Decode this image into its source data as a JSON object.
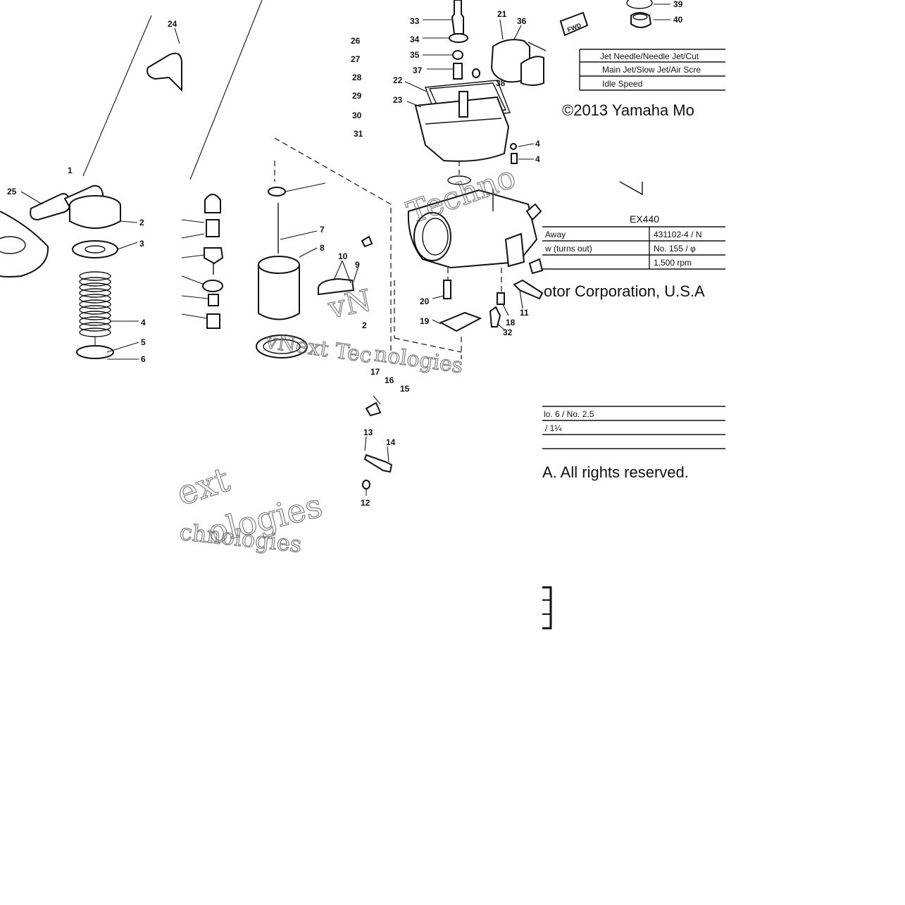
{
  "callouts": {
    "c1": "1",
    "c2": "2",
    "c3": "3",
    "c4": "4",
    "c5": "5",
    "c6": "6",
    "c7": "7",
    "c8": "8",
    "c9": "9",
    "c10": "10",
    "c12": "12",
    "c13": "13",
    "c14": "14",
    "c15": "15",
    "c16": "16",
    "c17": "17",
    "c18": "18",
    "c19": "19",
    "c20": "20",
    "c21": "21",
    "c22": "22",
    "c23": "23",
    "c24": "24",
    "c25": "25",
    "c26": "26",
    "c27": "27",
    "c28": "28",
    "c29": "29",
    "c30": "30",
    "c31": "31",
    "c32": "32",
    "c33": "33",
    "c34": "34",
    "c35": "35",
    "c36": "36",
    "c37": "37",
    "c38": "38",
    "c39": "39",
    "c40": "40",
    "c41": "4",
    "c42": "4",
    "c11": "11",
    "c2b": "2"
  },
  "fwd_mark": "FWD",
  "spec_table_1": {
    "rows": [
      "Jet Needle/Needle Jet/Cut",
      "Main Jet/Slow Jet/Air Scre",
      "Idle Speed"
    ]
  },
  "copyright_1": "©2013 Yamaha Mo",
  "spec_table_2": {
    "model": "EX440",
    "rows": [
      [
        "Away",
        "431102-4  /  N"
      ],
      [
        "w (turns out)",
        "No. 155  /  φ"
      ],
      [
        "",
        "1,500 rpm"
      ]
    ]
  },
  "copyright_2": "otor Corporation, U.S.A",
  "spec_table_3": {
    "rows": [
      "lo. 6  /  No. 2.5",
      "/  1¼",
      ""
    ]
  },
  "copyright_3": "A. All rights reserved.",
  "watermarks": {
    "w1": "Techno",
    "w2": "vNext Tec",
    "w3": "nologies",
    "w4": "ext",
    "w5": "ologies",
    "w6": "chnologies",
    "w7": "vN"
  }
}
